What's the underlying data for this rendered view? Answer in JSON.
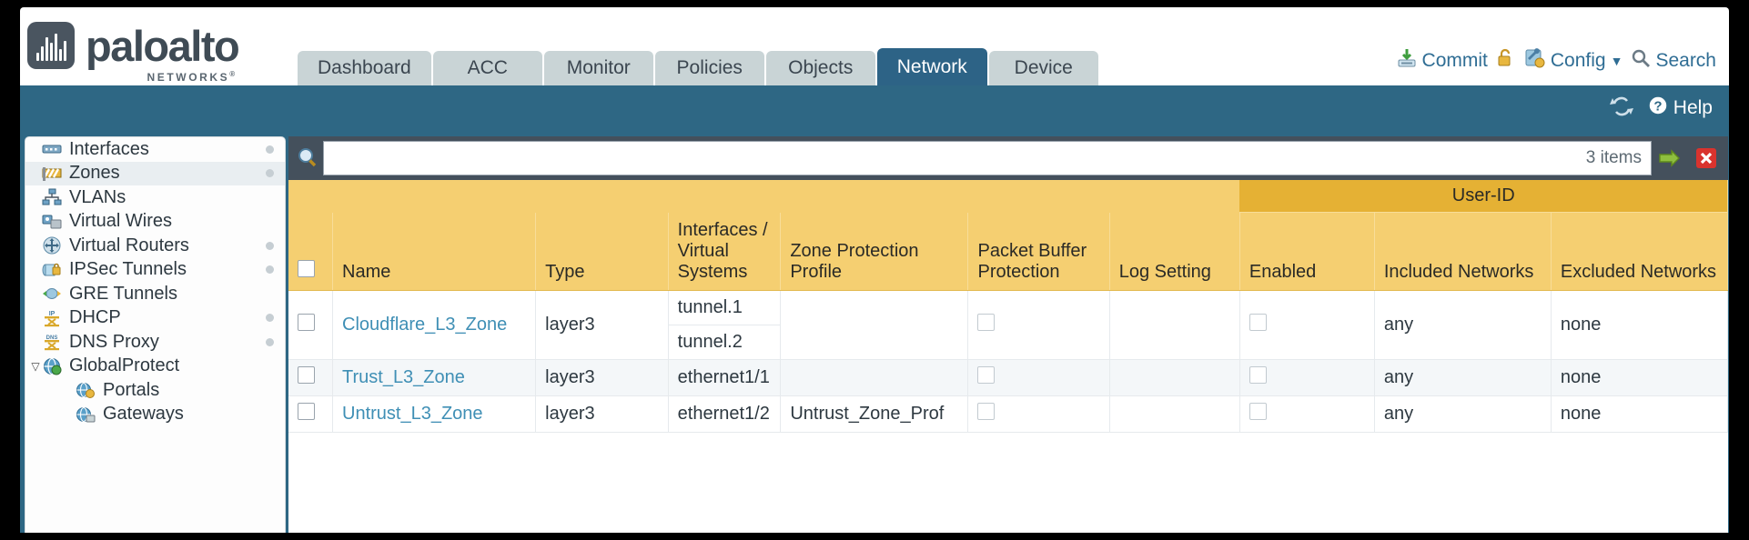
{
  "brand": {
    "name": "paloalto",
    "tagline": "NETWORKS",
    "registered": "®"
  },
  "nav": {
    "tabs": [
      {
        "label": "Dashboard",
        "active": false
      },
      {
        "label": "ACC",
        "active": false
      },
      {
        "label": "Monitor",
        "active": false
      },
      {
        "label": "Policies",
        "active": false
      },
      {
        "label": "Objects",
        "active": false
      },
      {
        "label": "Network",
        "active": true
      },
      {
        "label": "Device",
        "active": false
      }
    ]
  },
  "topactions": {
    "commit": "Commit",
    "config": "Config",
    "search": "Search",
    "lock_icon": "unlock-icon",
    "commit_icon": "commit-icon",
    "config_icon": "config-wrench-icon",
    "search_icon": "search-icon",
    "caret": "▼"
  },
  "band": {
    "refresh_icon": "refresh-icon",
    "help_icon": "help-icon",
    "help_label": "Help"
  },
  "sidebar": {
    "items": [
      {
        "label": "Interfaces",
        "icon": "interfaces-icon",
        "selected": false,
        "dot": true,
        "child": false,
        "caret": ""
      },
      {
        "label": "Zones",
        "icon": "zones-icon",
        "selected": true,
        "dot": true,
        "child": false,
        "caret": ""
      },
      {
        "label": "VLANs",
        "icon": "vlans-icon",
        "selected": false,
        "dot": false,
        "child": false,
        "caret": ""
      },
      {
        "label": "Virtual Wires",
        "icon": "virtual-wires-icon",
        "selected": false,
        "dot": false,
        "child": false,
        "caret": ""
      },
      {
        "label": "Virtual Routers",
        "icon": "virtual-routers-icon",
        "selected": false,
        "dot": true,
        "child": false,
        "caret": ""
      },
      {
        "label": "IPSec Tunnels",
        "icon": "ipsec-tunnels-icon",
        "selected": false,
        "dot": true,
        "child": false,
        "caret": ""
      },
      {
        "label": "GRE Tunnels",
        "icon": "gre-tunnels-icon",
        "selected": false,
        "dot": false,
        "child": false,
        "caret": ""
      },
      {
        "label": "DHCP",
        "icon": "dhcp-icon",
        "selected": false,
        "dot": true,
        "child": false,
        "caret": ""
      },
      {
        "label": "DNS Proxy",
        "icon": "dns-proxy-icon",
        "selected": false,
        "dot": true,
        "child": false,
        "caret": ""
      },
      {
        "label": "GlobalProtect",
        "icon": "globalprotect-icon",
        "selected": false,
        "dot": false,
        "child": false,
        "caret": "▽"
      },
      {
        "label": "Portals",
        "icon": "portals-icon",
        "selected": false,
        "dot": false,
        "child": true,
        "caret": ""
      },
      {
        "label": "Gateways",
        "icon": "gateways-icon",
        "selected": false,
        "dot": false,
        "child": true,
        "caret": ""
      }
    ]
  },
  "search": {
    "value": "",
    "placeholder": "",
    "item_count": "3 items",
    "magnifier_icon": "search-magnifier-icon",
    "apply_icon": "apply-filter-arrow-icon",
    "clear_icon": "clear-filter-x-icon"
  },
  "table": {
    "group_header": "User-ID",
    "columns": [
      "Name",
      "Type",
      "Interfaces / Virtual Systems",
      "Zone Protection Profile",
      "Packet Buffer Protection",
      "Log Setting",
      "Enabled",
      "Included Networks",
      "Excluded Networks"
    ],
    "rows": [
      {
        "name": "Cloudflare_L3_Zone",
        "type": "layer3",
        "interfaces": [
          "tunnel.1",
          "tunnel.2"
        ],
        "zone_protection_profile": "",
        "packet_buffer_protection": false,
        "log_setting": "",
        "userid_enabled": false,
        "included_networks": "any",
        "excluded_networks": "none"
      },
      {
        "name": "Trust_L3_Zone",
        "type": "layer3",
        "interfaces": [
          "ethernet1/1"
        ],
        "zone_protection_profile": "",
        "packet_buffer_protection": false,
        "log_setting": "",
        "userid_enabled": false,
        "included_networks": "any",
        "excluded_networks": "none"
      },
      {
        "name": "Untrust_L3_Zone",
        "type": "layer3",
        "interfaces": [
          "ethernet1/2"
        ],
        "zone_protection_profile": "Untrust_Zone_Prof",
        "packet_buffer_protection": false,
        "log_setting": "",
        "userid_enabled": false,
        "included_networks": "any",
        "excluded_networks": "none"
      }
    ]
  },
  "colors": {
    "header_yellow": "#f5cf71",
    "group_yellow": "#e5b134",
    "blue_band": "#2e6784",
    "active_tab": "#2d6386",
    "link_blue": "#3f8fb5"
  }
}
